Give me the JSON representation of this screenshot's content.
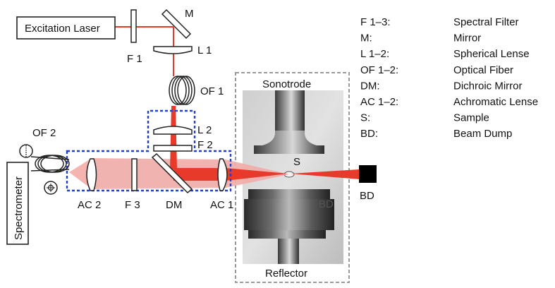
{
  "labels": {
    "excitation_laser": "Excitation Laser",
    "mirror": "M",
    "f1": "F 1",
    "l1": "L 1",
    "of1": "OF 1",
    "l2": "L 2",
    "f2": "F 2",
    "of2": "OF 2",
    "spectrometer": "Spectrometer",
    "ac2": "AC 2",
    "f3": "F 3",
    "dm": "DM",
    "ac1": "AC 1",
    "sample": "S",
    "bd": "BD",
    "bd_photo": "BD",
    "sonotrode": "Sonotrode",
    "reflector": "Reflector"
  },
  "legend": [
    {
      "key": "F 1–3:",
      "value": "Spectral Filter"
    },
    {
      "key": "M:",
      "value": "Mirror"
    },
    {
      "key": "L 1–2:",
      "value": "Spherical Lense"
    },
    {
      "key": "OF 1–2:",
      "value": "Optical Fiber"
    },
    {
      "key": "DM:",
      "value": "Dichroic Mirror"
    },
    {
      "key": "AC 1–2:",
      "value": "Achromatic Lense"
    },
    {
      "key": "S:",
      "value": "Sample"
    },
    {
      "key": "BD:",
      "value": "Beam Dump"
    }
  ],
  "colors": {
    "laser": "#e83a2a",
    "signal_beam": "#f2a8a3",
    "enclosure": "#1f3fd6",
    "photo_frame": "#9a9a9a",
    "optic_fill": "#ffffff",
    "beam_dump": "#000000"
  }
}
